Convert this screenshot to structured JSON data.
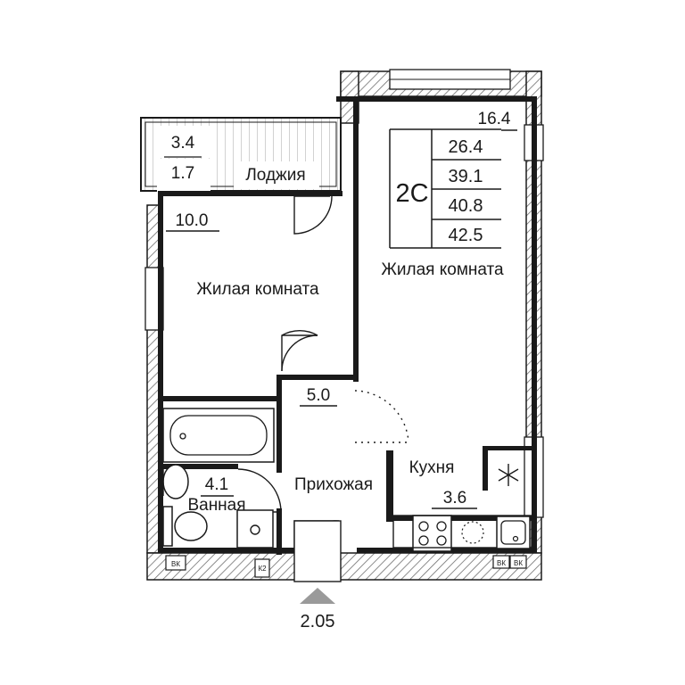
{
  "plan_type": "2С",
  "totals": [
    "26.4",
    "39.1",
    "40.8",
    "42.5"
  ],
  "rooms": {
    "loggia": {
      "name": "Лоджия",
      "area_top": "3.4",
      "area_bottom": "1.7"
    },
    "living_room_left": {
      "name": "Жилая комната",
      "area": "10.0"
    },
    "living_room_right": {
      "name": "Жилая комната",
      "area": "16.4"
    },
    "hallway": {
      "name": "Прихожая",
      "area": "5.0"
    },
    "kitchen": {
      "name": "Кухня",
      "area": "3.6"
    },
    "bathroom": {
      "name": "Ванная",
      "area": "4.1"
    }
  },
  "shaft_labels": {
    "vk_left": "ВК",
    "k2": "К2",
    "vk_right_a": "ВК",
    "vk_right_b": "ВК"
  },
  "ceiling_height": "2.05",
  "colors": {
    "wall": "#1a1a1a",
    "hatch": "#7a7a7a",
    "background": "#ffffff"
  }
}
